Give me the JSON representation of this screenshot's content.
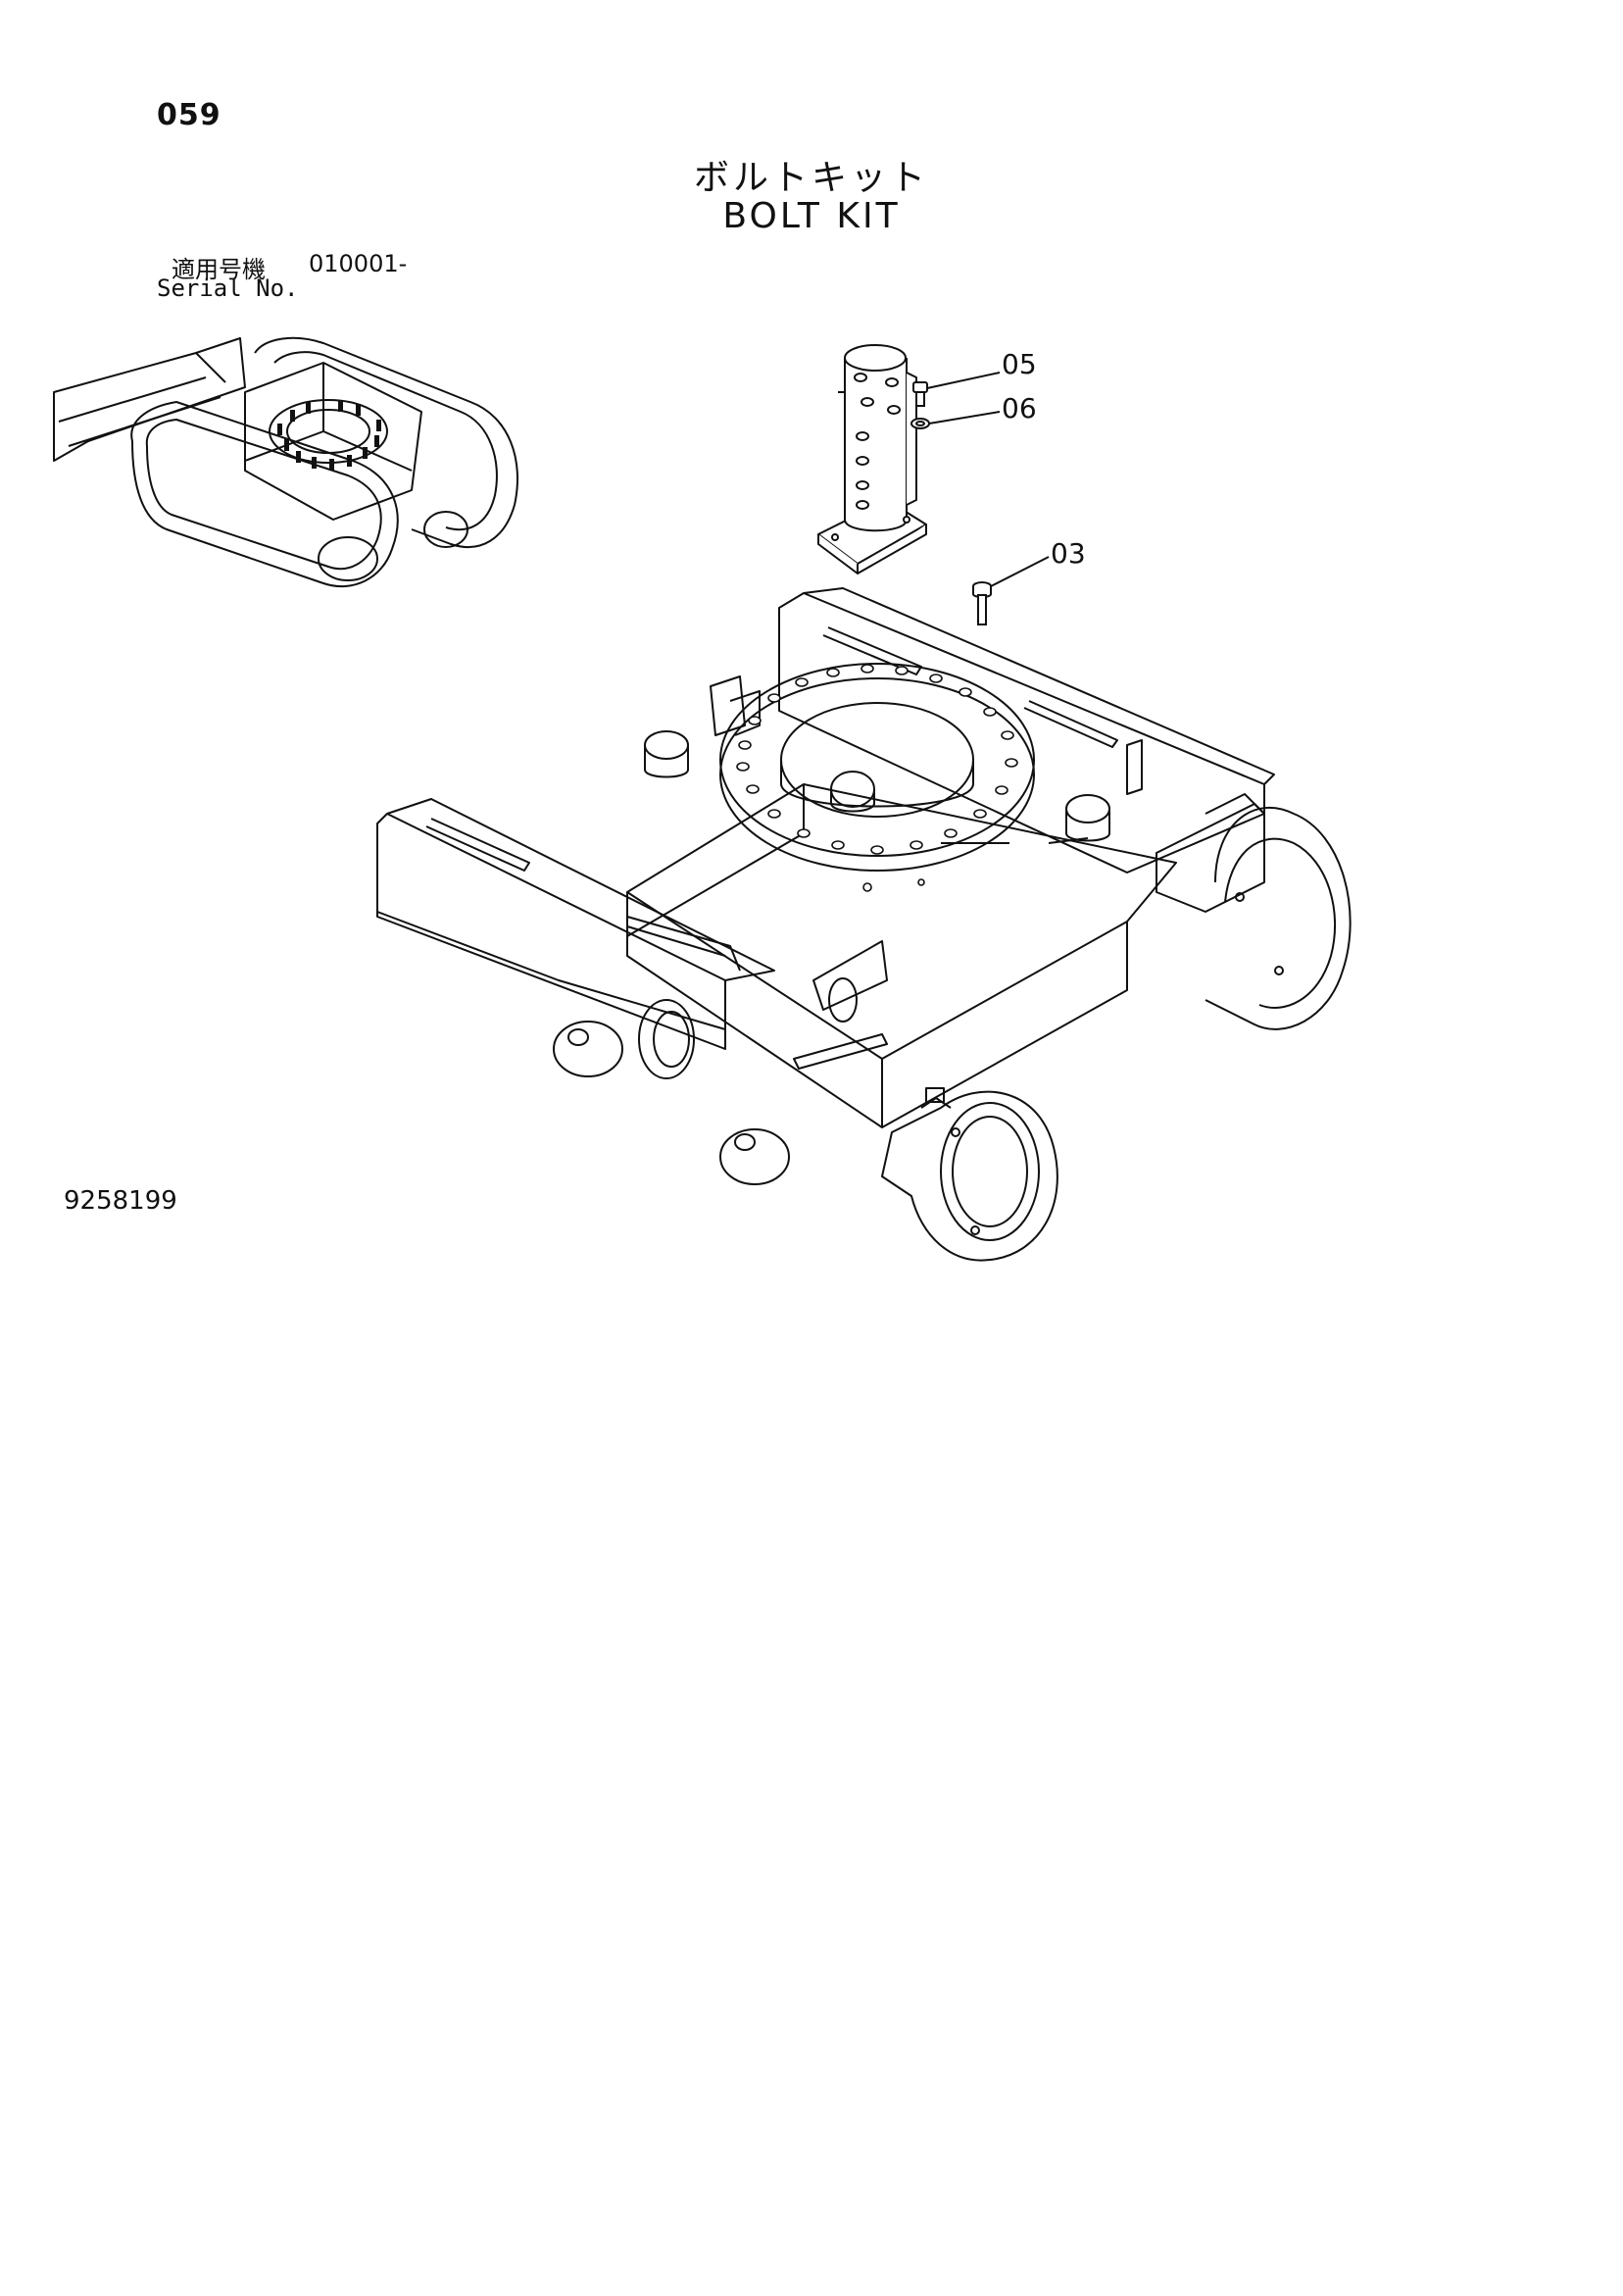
{
  "page_number": "059",
  "title_ja": "ボルトキット",
  "title_en": "BOLT KIT",
  "serial_label_ja": "適用号機",
  "serial_label_en": "Serial No.",
  "serial_value": "010001-",
  "callouts": {
    "c05": "05",
    "c06": "06",
    "c03": "03"
  },
  "doc_number": "9258199"
}
